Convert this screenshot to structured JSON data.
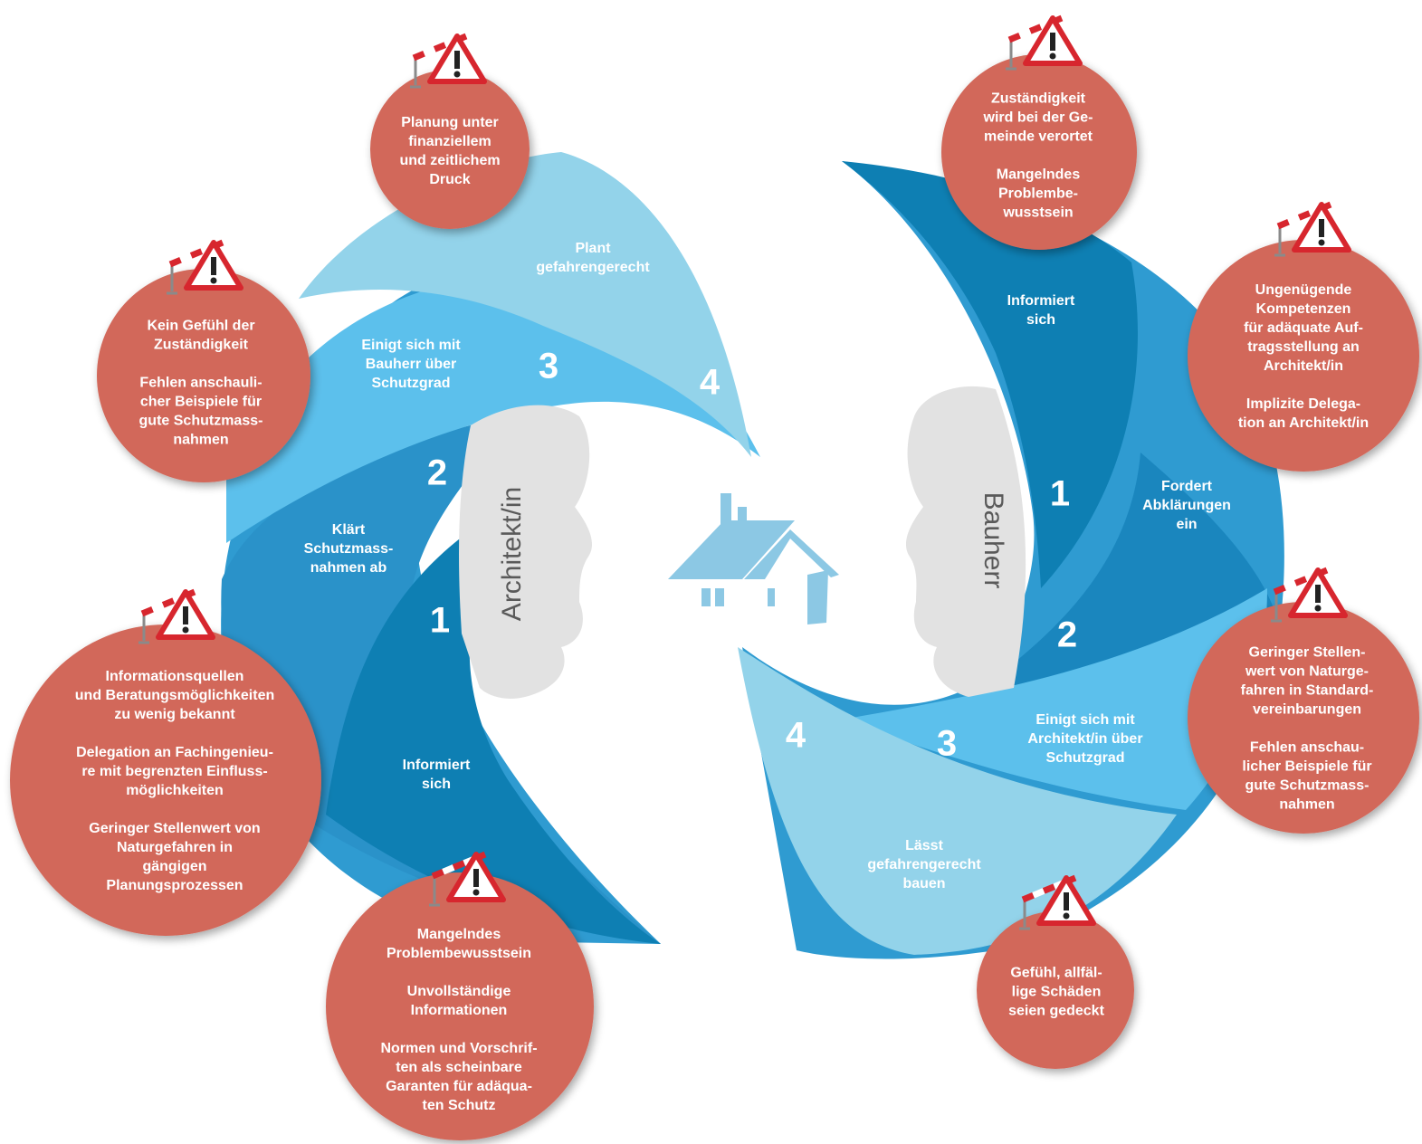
{
  "colors": {
    "risk": "#d2685a",
    "blade_dark": "#0e7fb3",
    "blade_mid": "#2f9bd1",
    "blade_light": "#5cc0ec",
    "blade_pale": "#93d3ea",
    "house": "#8cc8e4",
    "head": "#e2e2e2",
    "warning_red": "#d7262e",
    "label_text": "#ffffff",
    "role_text": "#5a5a5a"
  },
  "icons": {
    "house": "house-icon",
    "warning": "warning-triangle-icon",
    "barrier": "barrier-icon",
    "head": "head-silhouette-icon"
  },
  "architect": {
    "role_label": "Architekt/in",
    "steps": [
      {
        "number": "1",
        "label": "Informiert\nsich"
      },
      {
        "number": "2",
        "label": "Klärt\nSchutzmass-\nnahmen ab"
      },
      {
        "number": "3",
        "label": "Einigt sich mit\nBauherr über\nSchutzgrad"
      },
      {
        "number": "4",
        "label": "Plant\ngefahrengerecht"
      }
    ],
    "risks": [
      {
        "text": "Planung unter\nfinanziellem\nund zeitlichem\nDruck"
      },
      {
        "text": "Kein Gefühl der\nZuständigkeit\n\nFehlen anschauli-\ncher Beispiele für\ngute Schutzmass-\nnahmen"
      },
      {
        "text": "Informationsquellen\nund Beratungsmöglichkeiten\nzu wenig bekannt\n\nDelegation an Fachingenieu-\nre mit begrenzten Einfluss-\nmöglichkeiten\n\nGeringer Stellenwert von\nNaturgefahren in\ngängigen\nPlanungsprozessen"
      },
      {
        "text": "Mangelndes\nProblembewusstsein\n\nUnvollständige\nInformationen\n\nNormen und Vorschrif-\nten als scheinbare\nGaranten für adäqua-\nten Schutz"
      }
    ]
  },
  "owner": {
    "role_label": "Bauherr",
    "steps": [
      {
        "number": "1",
        "label": "Informiert\nsich"
      },
      {
        "number": "2",
        "label": "Fordert\nAbklärungen\nein"
      },
      {
        "number": "3",
        "label": "Einigt sich mit\nArchitekt/in über\nSchutzgrad"
      },
      {
        "number": "4",
        "label": "Lässt\ngefahrengerecht\nbauen"
      }
    ],
    "risks": [
      {
        "text": "Zuständigkeit\nwird bei der Ge-\nmeinde verortet\n\nMangelndes\nProblembe-\nwusstsein"
      },
      {
        "text": "Ungenügende\nKompetenzen\nfür adäquate Auf-\ntragsstellung an\nArchitekt/in\n\nImplizite Delega-\ntion an Architekt/in"
      },
      {
        "text": "Geringer Stellen-\nwert von Naturge-\nfahren in Standard-\nvereinbarungen\n\nFehlen anschau-\nlicher Beispiele für\ngute Schutzmass-\nnahmen"
      },
      {
        "text": "Gefühl, allfäl-\nlige Schäden\nseien gedeckt"
      }
    ]
  }
}
